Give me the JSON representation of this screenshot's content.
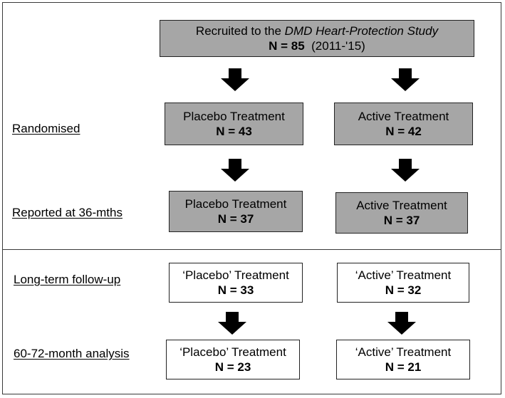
{
  "recruited": {
    "line1_prefix": "Recruited to the ",
    "line1_italic": "DMD Heart-Protection Study",
    "n_text": "N = 85",
    "n_suffix": "  (2011-'15)"
  },
  "labels": {
    "randomised": "Randomised",
    "reported": "Reported at 36-mths",
    "longterm": "Long-term follow-up",
    "analysis": "60-72-month analysis"
  },
  "randomised": {
    "placebo": {
      "title": "Placebo Treatment",
      "n": "N = 43"
    },
    "active": {
      "title": "Active Treatment",
      "n": "N = 42"
    }
  },
  "reported": {
    "placebo": {
      "title": "Placebo Treatment",
      "n": "N = 37"
    },
    "active": {
      "title": "Active Treatment",
      "n": "N = 37"
    }
  },
  "longterm": {
    "placebo": {
      "title": "‘Placebo’ Treatment",
      "n": "N = 33"
    },
    "active": {
      "title": "‘Active’ Treatment",
      "n": "N = 32"
    }
  },
  "analysis": {
    "placebo": {
      "title": "‘Placebo’ Treatment",
      "n": "N = 23"
    },
    "active": {
      "title": "‘Active’ Treatment",
      "n": "N = 21"
    }
  },
  "colors": {
    "grey_box": "#a6a6a6",
    "white_box": "#ffffff",
    "arrow": "#000000",
    "border": "#222222"
  }
}
